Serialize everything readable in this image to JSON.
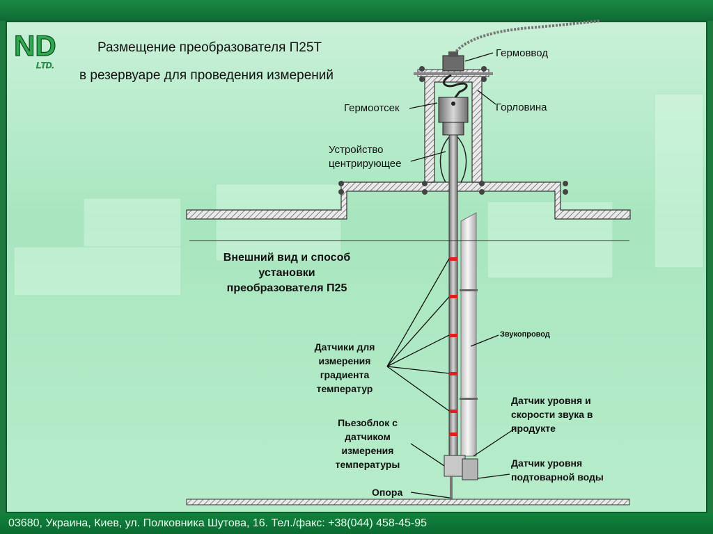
{
  "logo": {
    "letters": "ND",
    "suffix": "LTD."
  },
  "title": {
    "line1": "Размещение преобразователя П25Т",
    "line2": "в резервуаре для проведения измерений"
  },
  "labels": {
    "germovvod": "Гермоввод",
    "gorlovina": "Горловина",
    "germootsek": "Гермоотсек",
    "centering_line1": "Устройство",
    "centering_line2": "центрирующее",
    "appearance": [
      "Внешний вид и способ",
      "установки",
      "преобразователя П25"
    ],
    "sound_tube": "Звукопровод",
    "temp_sensors": [
      "Датчики для",
      "измерения",
      "градиента",
      "температур"
    ],
    "level_sound": [
      "Датчик уровня и",
      "скорости звука в",
      "продукте"
    ],
    "piezo": [
      "Пьезоблок с",
      "датчиком",
      "измерения",
      "температуры"
    ],
    "water_level": [
      "Датчик уровня",
      "подтоварной воды"
    ],
    "support": "Опора"
  },
  "footer": {
    "address": "03680, Украина, Киев, ул. Полковника Шутова, 16. Тел./факс: +38(044) 458-45-95"
  },
  "colors": {
    "frame": "#1e7a3e",
    "sensor_band": "#e02020",
    "logo": "#2fa84e"
  }
}
